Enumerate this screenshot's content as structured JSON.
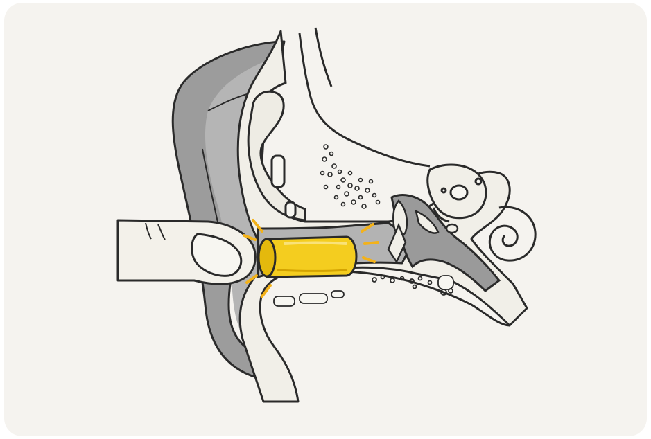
{
  "illustration": {
    "icons": [
      "ear-canal-cross-section",
      "foam-earplug",
      "finger",
      "cochlea",
      "pressure-lines"
    ],
    "colors": {
      "background": "#f6f4f0",
      "card": "#f4f2ee",
      "outer_ear": "#9b9b9b",
      "canal": "#b3b3b3",
      "bone_fill": "#f1efe8",
      "skin": "#f3f1ea",
      "outline": "#2a2a2a",
      "earplug": "#f4cd1f",
      "earplug_shadow": "#d9a900",
      "pressure": "#f3b21a"
    }
  }
}
